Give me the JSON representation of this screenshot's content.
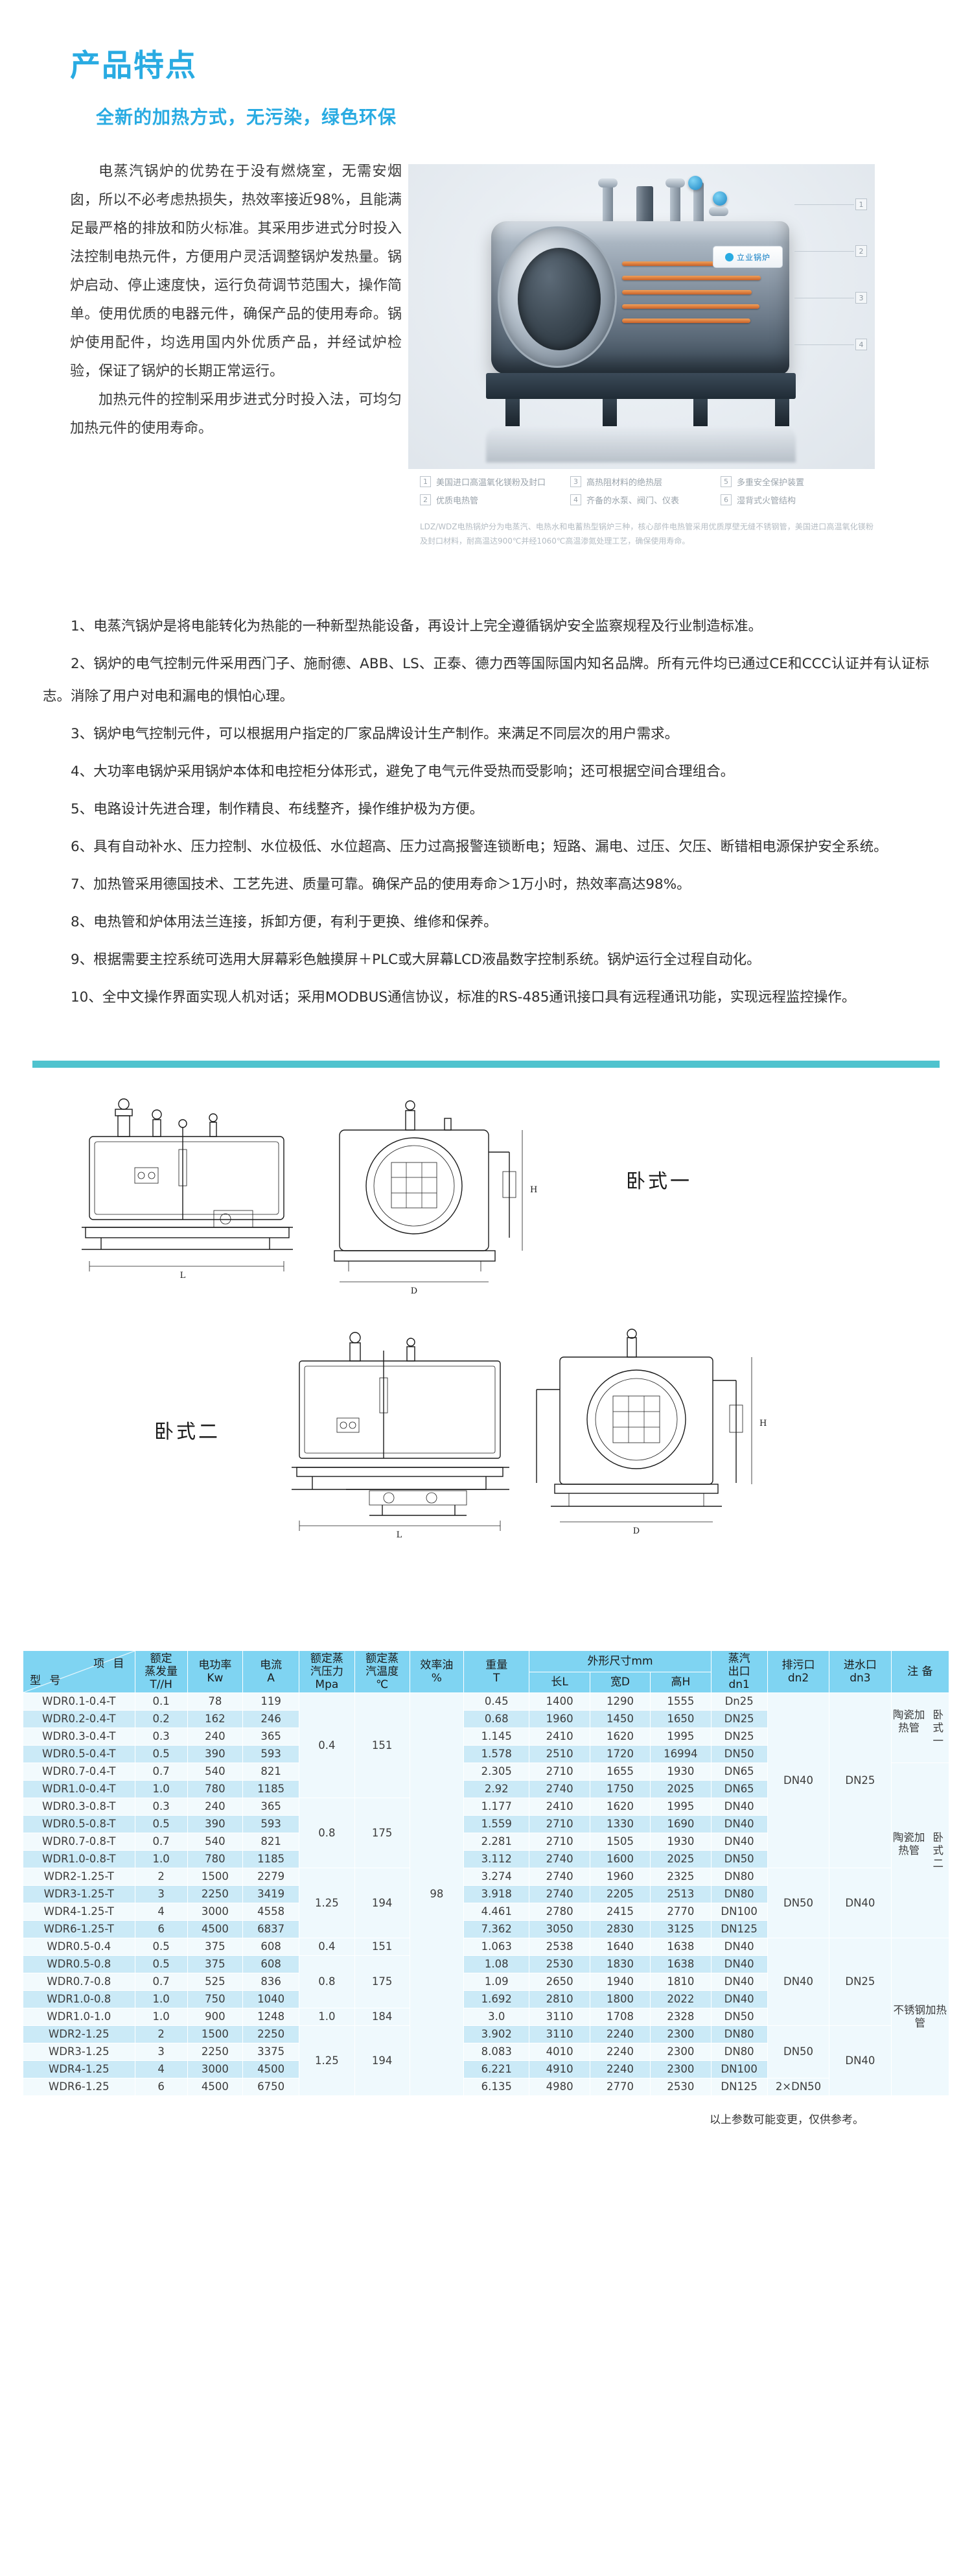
{
  "header": {
    "title": "产品特点",
    "subtitle": "全新的加热方式，无污染，绿色环保"
  },
  "intro": {
    "paragraph1": "电蒸汽锅炉的优势在于没有燃烧室，无需安烟囱，所以不必考虑热损失，热效率接近98%，且能满足最严格的排放和防火标准。其采用步进式分时投入法控制电热元件，方便用户灵活调整锅炉发热量。锅炉启动、停止速度快，运行负荷调节范围大，操作简单。使用优质的电器元件，确保产品的使用寿命。锅炉使用配件，均选用国内外优质产品，并经试炉检验，保证了锅炉的长期正常运行。",
    "paragraph2": "加热元件的控制采用步进式分时投入法，可均匀加热元件的使用寿命。"
  },
  "product_image": {
    "brand_text": "立业锅炉",
    "legend": [
      {
        "num": "1",
        "text": "美国进口高温氧化镁粉及封口"
      },
      {
        "num": "2",
        "text": "优质电热管"
      },
      {
        "num": "3",
        "text": "高热阻材料的绝热层"
      },
      {
        "num": "4",
        "text": "齐备的水泵、阀门、仪表"
      },
      {
        "num": "5",
        "text": "多重安全保护装置"
      },
      {
        "num": "6",
        "text": "湿背式火管结构"
      }
    ],
    "note": "LDZ/WDZ电热锅炉分为电蒸汽、电热水和电蓄热型锅炉三种，核心部件电热管采用优质厚壁无缝不锈钢管，美国进口高温氧化镁粉及封口材料，耐高温达900℃并经1060℃高温渗氮处理工艺，确保使用寿命。"
  },
  "features": [
    "1、电蒸汽锅炉是将电能转化为热能的一种新型热能设备，再设计上完全遵循锅炉安全监察规程及行业制造标准。",
    "2、锅炉的电气控制元件采用西门子、施耐德、ABB、LS、正泰、德力西等国际国内知名品牌。所有元件均已通过CE和CCC认证并有认证标志。消除了用户对电和漏电的惧怕心理。",
    "3、锅炉电气控制元件，可以根据用户指定的厂家品牌设计生产制作。来满足不同层次的用户需求。",
    "4、大功率电锅炉采用锅炉本体和电控柜分体形式，避免了电气元件受热而受影响；还可根据空间合理组合。",
    "5、电路设计先进合理，制作精良、布线整齐，操作维护极为方便。",
    "6、具有自动补水、压力控制、水位极低、水位超高、压力过高报警连锁断电；短路、漏电、过压、欠压、断错相电源保护安全系统。",
    "7、加热管采用德国技术、工艺先进、质量可靠。确保产品的使用寿命＞1万小时，热效率高达98%。",
    "8、电热管和炉体用法兰连接，拆卸方便，有利于更换、维修和保养。",
    "9、根据需要主控系统可选用大屏幕彩色触摸屏＋PLC或大屏幕LCD液晶数字控制系统。锅炉运行全过程自动化。",
    "10、全中文操作界面实现人机对话；采用MODBUS通信协议，标准的RS-485通讯接口具有远程通讯功能，实现远程监控操作。"
  ],
  "diagrams": {
    "label_one": "卧式一",
    "label_two": "卧式二",
    "dim_l": "L",
    "dim_d": "D",
    "dim_h": "H"
  },
  "table": {
    "header": {
      "corner_item": "项 目",
      "corner_model": "型 号",
      "col_rated_evap": "额定",
      "col_rated_evap2": "蒸发量",
      "col_rated_evap_unit": "T//H",
      "col_power": "电功率",
      "col_power_unit": "Kw",
      "col_current": "电流",
      "col_current_unit": "A",
      "col_press": "额定蒸",
      "col_press2": "汽压力",
      "col_press_unit": "Mpa",
      "col_temp": "额定蒸",
      "col_temp2": "汽温度",
      "col_temp_unit": "℃",
      "col_eff": "效率油",
      "col_eff_unit": "%",
      "col_weight": "重量",
      "col_weight_unit": "T",
      "col_dims": "外形尺寸mm",
      "col_len": "长L",
      "col_wid": "宽D",
      "col_hei": "高H",
      "col_steam_out": "蒸汽",
      "col_steam_out2": "出口",
      "col_steam_out_unit": "dn1",
      "col_drain": "排污口",
      "col_drain_unit": "dn2",
      "col_water_in": "进水口",
      "col_water_in_unit": "dn3",
      "col_remark": "注 备"
    },
    "rows": [
      {
        "model": "WDR0.1-0.4-T",
        "evap": "0.1",
        "power": "78",
        "current": "119",
        "weight": "0.45",
        "len": "1400",
        "wid": "1290",
        "hei": "1555",
        "steam": "Dn25"
      },
      {
        "model": "WDR0.2-0.4-T",
        "evap": "0.2",
        "power": "162",
        "current": "246",
        "weight": "0.68",
        "len": "1960",
        "wid": "1450",
        "hei": "1650",
        "steam": "DN25"
      },
      {
        "model": "WDR0.3-0.4-T",
        "evap": "0.3",
        "power": "240",
        "current": "365",
        "weight": "1.145",
        "len": "2410",
        "wid": "1620",
        "hei": "1995",
        "steam": "DN25"
      },
      {
        "model": "WDR0.5-0.4-T",
        "evap": "0.5",
        "power": "390",
        "current": "593",
        "weight": "1.578",
        "len": "2510",
        "wid": "1720",
        "hei": "16994",
        "steam": "DN50"
      },
      {
        "model": "WDR0.7-0.4-T",
        "evap": "0.7",
        "power": "540",
        "current": "821",
        "weight": "2.305",
        "len": "2710",
        "wid": "1655",
        "hei": "1930",
        "steam": "DN65"
      },
      {
        "model": "WDR1.0-0.4-T",
        "evap": "1.0",
        "power": "780",
        "current": "1185",
        "weight": "2.92",
        "len": "2740",
        "wid": "1750",
        "hei": "2025",
        "steam": "DN65"
      },
      {
        "model": "WDR0.3-0.8-T",
        "evap": "0.3",
        "power": "240",
        "current": "365",
        "weight": "1.177",
        "len": "2410",
        "wid": "1620",
        "hei": "1995",
        "steam": "DN40"
      },
      {
        "model": "WDR0.5-0.8-T",
        "evap": "0.5",
        "power": "390",
        "current": "593",
        "weight": "1.559",
        "len": "2710",
        "wid": "1330",
        "hei": "1690",
        "steam": "DN40"
      },
      {
        "model": "WDR0.7-0.8-T",
        "evap": "0.7",
        "power": "540",
        "current": "821",
        "weight": "2.281",
        "len": "2710",
        "wid": "1505",
        "hei": "1930",
        "steam": "DN40"
      },
      {
        "model": "WDR1.0-0.8-T",
        "evap": "1.0",
        "power": "780",
        "current": "1185",
        "weight": "3.112",
        "len": "2740",
        "wid": "1600",
        "hei": "2025",
        "steam": "DN50"
      },
      {
        "model": "WDR2-1.25-T",
        "evap": "2",
        "power": "1500",
        "current": "2279",
        "weight": "3.274",
        "len": "2740",
        "wid": "1960",
        "hei": "2325",
        "steam": "DN80"
      },
      {
        "model": "WDR3-1.25-T",
        "evap": "3",
        "power": "2250",
        "current": "3419",
        "weight": "3.918",
        "len": "2740",
        "wid": "2205",
        "hei": "2513",
        "steam": "DN80"
      },
      {
        "model": "WDR4-1.25-T",
        "evap": "4",
        "power": "3000",
        "current": "4558",
        "weight": "4.461",
        "len": "2780",
        "wid": "2415",
        "hei": "2770",
        "steam": "DN100"
      },
      {
        "model": "WDR6-1.25-T",
        "evap": "6",
        "power": "4500",
        "current": "6837",
        "weight": "7.362",
        "len": "3050",
        "wid": "2830",
        "hei": "3125",
        "steam": "DN125"
      },
      {
        "model": "WDR0.5-0.4",
        "evap": "0.5",
        "power": "375",
        "current": "608",
        "weight": "1.063",
        "len": "2538",
        "wid": "1640",
        "hei": "1638",
        "steam": "DN40"
      },
      {
        "model": "WDR0.5-0.8",
        "evap": "0.5",
        "power": "375",
        "current": "608",
        "weight": "1.08",
        "len": "2530",
        "wid": "1830",
        "hei": "1638",
        "steam": "DN40"
      },
      {
        "model": "WDR0.7-0.8",
        "evap": "0.7",
        "power": "525",
        "current": "836",
        "weight": "1.09",
        "len": "2650",
        "wid": "1940",
        "hei": "1810",
        "steam": "DN40"
      },
      {
        "model": "WDR1.0-0.8",
        "evap": "1.0",
        "power": "750",
        "current": "1040",
        "weight": "1.692",
        "len": "2810",
        "wid": "1800",
        "hei": "2022",
        "steam": "DN40"
      },
      {
        "model": "WDR1.0-1.0",
        "evap": "1.0",
        "power": "900",
        "current": "1248",
        "weight": "3.0",
        "len": "3110",
        "wid": "1708",
        "hei": "2328",
        "steam": "DN50"
      },
      {
        "model": "WDR2-1.25",
        "evap": "2",
        "power": "1500",
        "current": "2250",
        "weight": "3.902",
        "len": "3110",
        "wid": "2240",
        "hei": "2300",
        "steam": "DN80"
      },
      {
        "model": "WDR3-1.25",
        "evap": "3",
        "power": "2250",
        "current": "3375",
        "weight": "8.083",
        "len": "4010",
        "wid": "2240",
        "hei": "2300",
        "steam": "DN80"
      },
      {
        "model": "WDR4-1.25",
        "evap": "4",
        "power": "3000",
        "current": "4500",
        "weight": "6.221",
        "len": "4910",
        "wid": "2240",
        "hei": "2300",
        "steam": "DN100"
      },
      {
        "model": "WDR6-1.25",
        "evap": "6",
        "power": "4500",
        "current": "6750",
        "weight": "6.135",
        "len": "4980",
        "wid": "2770",
        "hei": "2530",
        "steam": "DN125"
      }
    ],
    "pressure_groups": [
      {
        "value": "0.4",
        "rows": 6
      },
      {
        "value": "0.8",
        "rows": 4
      },
      {
        "value": "1.25",
        "rows": 4
      },
      {
        "value": "0.4",
        "rows": 1
      },
      {
        "value": "0.8",
        "rows": 3
      },
      {
        "value": "1.0",
        "rows": 1
      },
      {
        "value": "1.25",
        "rows": 4
      }
    ],
    "temp_groups": [
      {
        "value": "151",
        "rows": 6
      },
      {
        "value": "175",
        "rows": 4
      },
      {
        "value": "194",
        "rows": 4
      },
      {
        "value": "151",
        "rows": 1
      },
      {
        "value": "175",
        "rows": 3
      },
      {
        "value": "184",
        "rows": 1
      },
      {
        "value": "194",
        "rows": 4
      }
    ],
    "efficiency": "98",
    "drain_groups": [
      {
        "value": "DN40",
        "rows": 10
      },
      {
        "value": "DN50",
        "rows": 4
      },
      {
        "value": "DN40",
        "rows": 5
      },
      {
        "value": "DN50",
        "rows": 3
      },
      {
        "value": "2×DN50",
        "rows": 1
      }
    ],
    "water_in_groups": [
      {
        "value": "DN25",
        "rows": 10
      },
      {
        "value": "DN40",
        "rows": 4
      },
      {
        "value": "DN25",
        "rows": 5
      },
      {
        "value": "DN40",
        "rows": 4
      }
    ],
    "remark_groups": [
      {
        "text_a": "陶瓷加热管",
        "text_b": "卧式一",
        "rows": 4
      },
      {
        "text_a": "陶瓷加热管",
        "text_b": "卧式二",
        "rows": 10
      },
      {
        "text_a": "不锈钢加热管",
        "text_b": "",
        "rows": 9
      }
    ],
    "footnote": "以上参数可能变更，仅供参考。"
  }
}
